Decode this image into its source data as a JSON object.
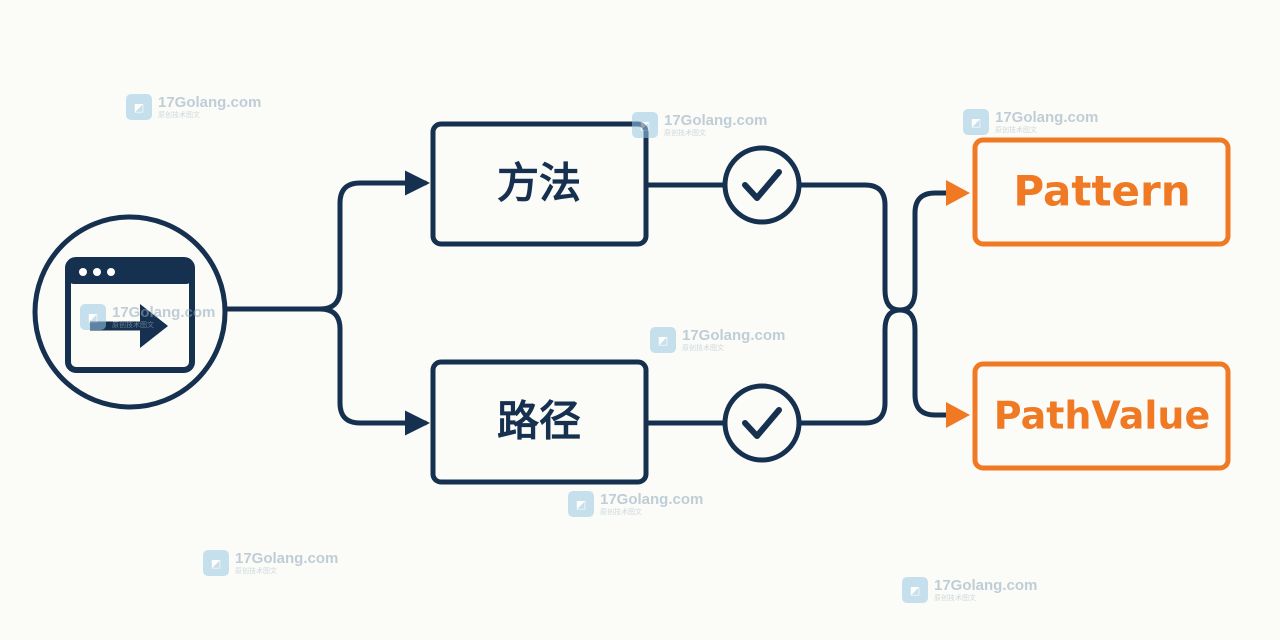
{
  "colors": {
    "navy": "#16304f",
    "orange": "#f07a24",
    "background": "#fbfbf7"
  },
  "icons": {
    "source": "browser-window-arrow-icon",
    "check": "checkmark-circle-icon"
  },
  "nodes": {
    "method": "方法",
    "path": "路径",
    "pattern": "Pattern",
    "pathvalue": "PathValue"
  },
  "watermark": {
    "site": "17Golang.com",
    "sub": "原创技术图文"
  }
}
